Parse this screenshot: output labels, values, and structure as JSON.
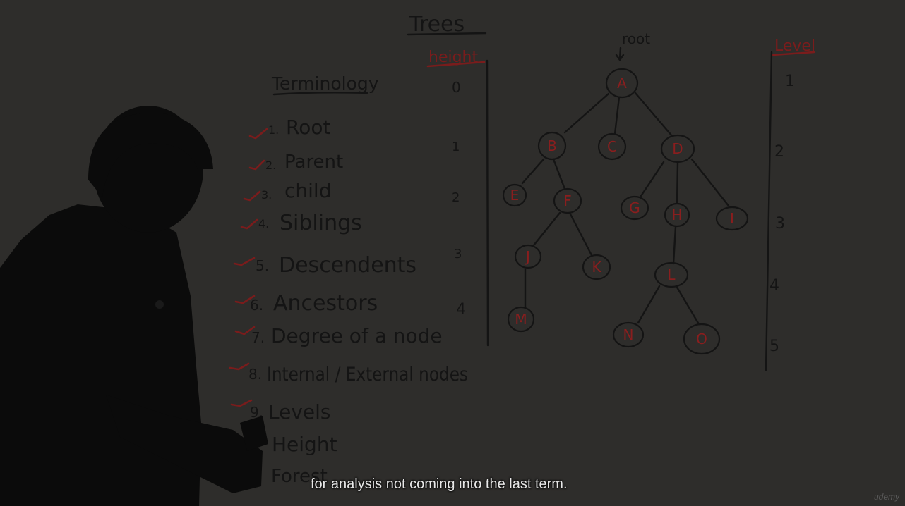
{
  "board": {
    "title": "Trees",
    "terminology_heading": "Terminology",
    "terms": [
      {
        "num": "1.",
        "label": "Root"
      },
      {
        "num": "2.",
        "label": "Parent"
      },
      {
        "num": "3.",
        "label": "child"
      },
      {
        "num": "4.",
        "label": "Siblings"
      },
      {
        "num": "5.",
        "label": "Descendents"
      },
      {
        "num": "6.",
        "label": "Ancestors"
      },
      {
        "num": "7.",
        "label": "Degree of a node"
      },
      {
        "num": "8.",
        "label": "Internal / External nodes"
      },
      {
        "num": "9.",
        "label": "Levels"
      },
      {
        "num": "",
        "label": "Height"
      },
      {
        "num": "",
        "label": "Forest"
      }
    ],
    "height_heading": "height",
    "height_values": [
      "0",
      "1",
      "2",
      "3",
      "4"
    ],
    "root_label": "root",
    "level_heading": "Level",
    "level_values": [
      "1",
      "2",
      "3",
      "4",
      "5"
    ],
    "nodes": [
      "A",
      "B",
      "C",
      "D",
      "E",
      "F",
      "G",
      "H",
      "I",
      "J",
      "K",
      "L",
      "M",
      "N",
      "O"
    ]
  },
  "video": {
    "caption": "for analysis not coming into the last term.",
    "watermark": "udemy"
  },
  "colors": {
    "board": "#2e2d2b",
    "ink": "#141414",
    "red_ink": "#7a1c1c",
    "caption": "#e8e8e8"
  }
}
